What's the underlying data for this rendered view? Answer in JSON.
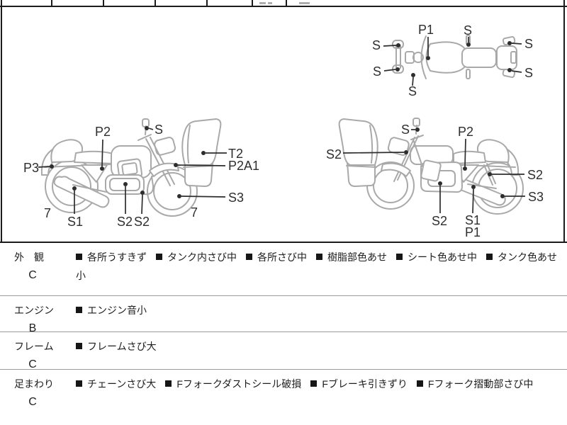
{
  "colors": {
    "sketch_gray": "#a9a9a9",
    "marker_dark": "#2d2d2d",
    "border_black": "#1b1b1b",
    "separator_gray": "#9b9b9b"
  },
  "diagrams": {
    "top_view": {
      "labels": {
        "s_grip_top": "S",
        "s_grip_bottom": "S",
        "p1_tank": "P1",
        "s_peg": "S",
        "s_signal_top": "S",
        "s_signal_bottom": "S",
        "s_front_fender": "S"
      }
    },
    "left_view": {
      "labels": {
        "p2_under_seat": "P2",
        "s_mirror": "S",
        "t2_cowl": "T2",
        "p2a1_front_fender": "P2A1",
        "s3_front_wheel": "S3",
        "p3_rear_fender": "P3",
        "s1_muffler": "S1",
        "s2_engine": "S2",
        "s2_frame": "S2",
        "tire_rear": "7",
        "tire_front": "7"
      }
    },
    "right_view": {
      "labels": {
        "s_mirror": "S",
        "p2_under_seat": "P2",
        "s2_front": "S2",
        "s2_shock": "S2",
        "s3_rear_wheel": "S3",
        "s2_engine": "S2",
        "s1_swingarm": "S1",
        "p1_swingarm": "P1"
      }
    }
  },
  "table": {
    "rows": [
      {
        "section": "外　観",
        "grade": "C",
        "items": [
          "各所うすきず",
          "タンク内さび中",
          "各所さび中",
          "樹脂部色あせ",
          "シート色あせ中",
          "タンク色あせ小"
        ]
      },
      {
        "section": "エンジン",
        "grade": "B",
        "items": [
          "エンジン音小"
        ]
      },
      {
        "section": "フレーム",
        "grade": "C",
        "items": [
          "フレームさび大"
        ]
      },
      {
        "section": "足まわり",
        "grade": "C",
        "items": [
          "チェーンさび大",
          "Fフォークダストシール破損",
          "Fブレーキ引きずり",
          "Fフォーク摺動部さび中"
        ]
      }
    ]
  }
}
